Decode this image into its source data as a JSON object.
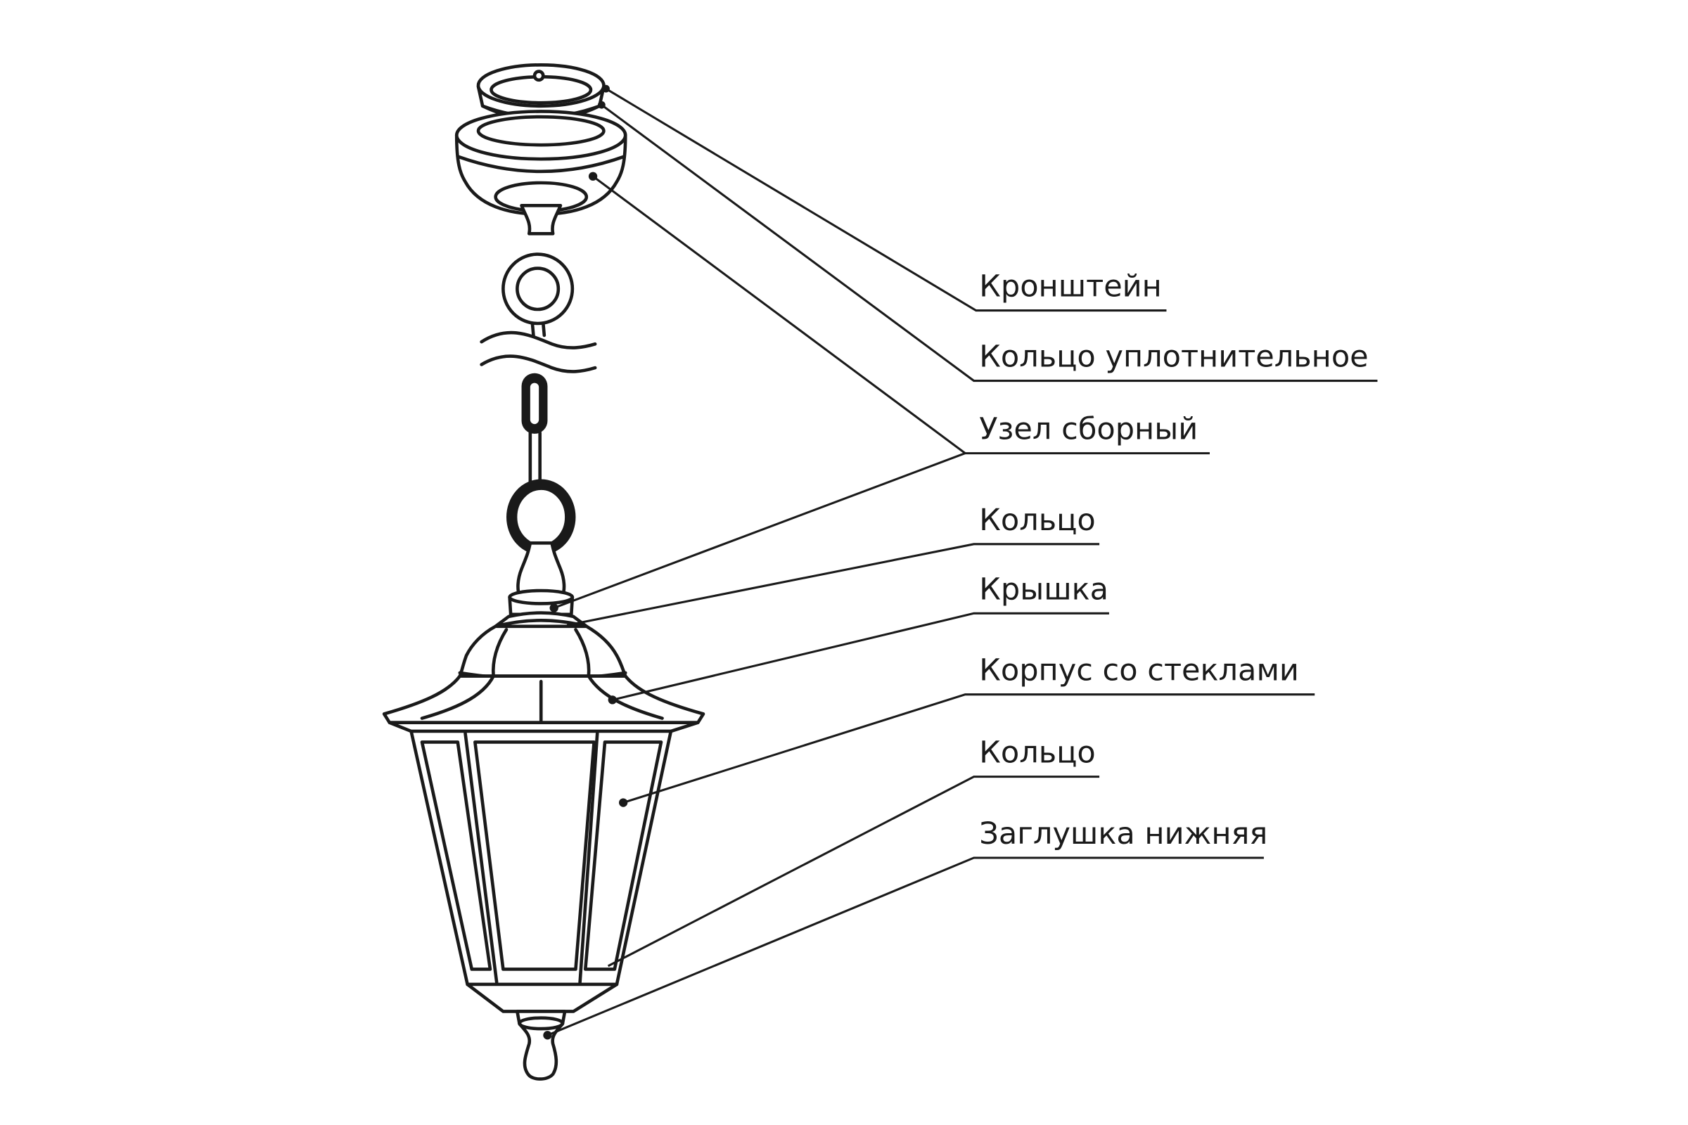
{
  "labels": [
    "Кронштейн",
    "Кольцо уплотнительное",
    "Узел сборный",
    "Кольцо",
    "Крышка",
    "Корпус со стеклами",
    "Кольцо",
    "Заглушка нижняя"
  ],
  "colors": {
    "line": "#1a1a1a",
    "background": "#ffffff"
  }
}
